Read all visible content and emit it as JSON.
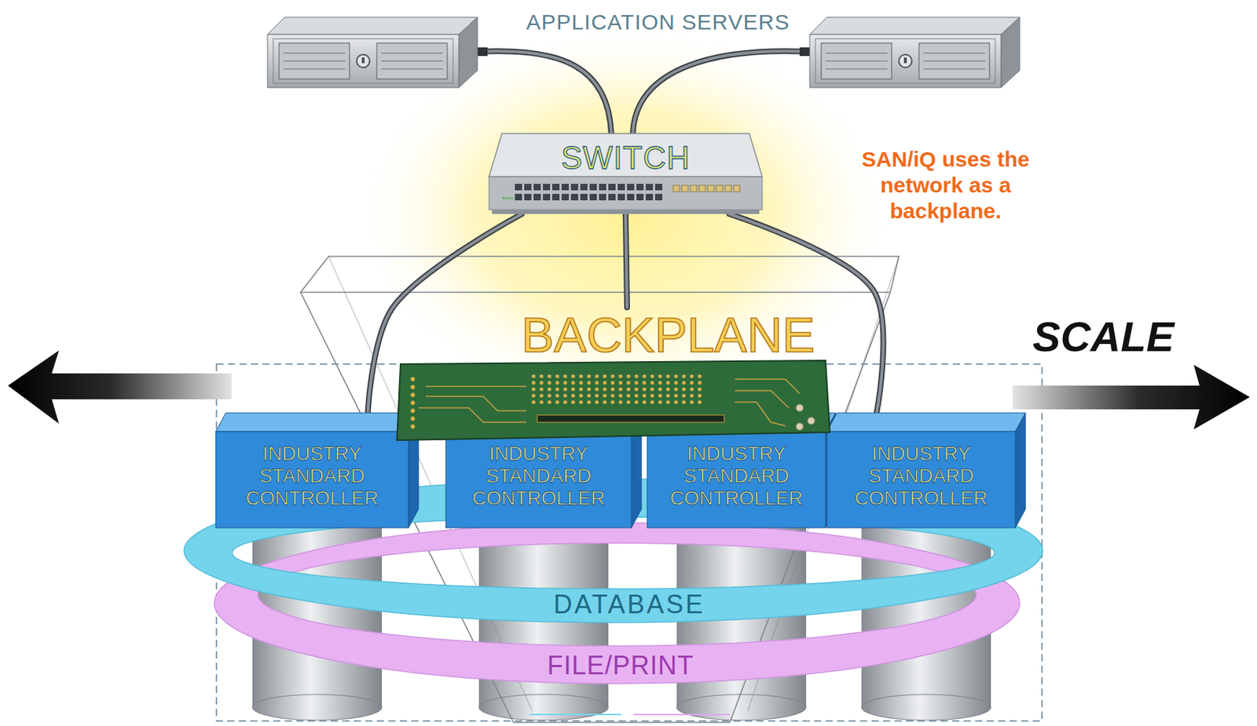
{
  "diagram": {
    "nodes": [
      {
        "text": [
          "SWITCH"
        ]
      },
      {
        "text": [
          "BACKPLANE"
        ]
      },
      {
        "text": [
          "INDUSTRY STANDARD CONTROLLER"
        ]
      },
      {
        "text": [
          "INDUSTRY STANDARD CONTROLLER"
        ]
      },
      {
        "text": [
          "INDUSTRY STANDARD CONTROLLER"
        ]
      },
      {
        "text": [
          "INDUSTRY STANDARD CONTROLLER"
        ]
      },
      {
        "text": [
          "DATABASE"
        ]
      },
      {
        "text": [
          "FILE/PRINT"
        ]
      }
    ],
    "edges": [
      {
        "from": 0,
        "to": 2,
        "arrow": "none"
      },
      {
        "from": 0,
        "to": 1,
        "arrow": "none"
      },
      {
        "from": 0,
        "to": 5,
        "arrow": "none"
      }
    ],
    "labels": [
      "APPLICATION SERVERS",
      "SAN/iQ uses the network as a backplane.",
      "SCALE"
    ]
  }
}
